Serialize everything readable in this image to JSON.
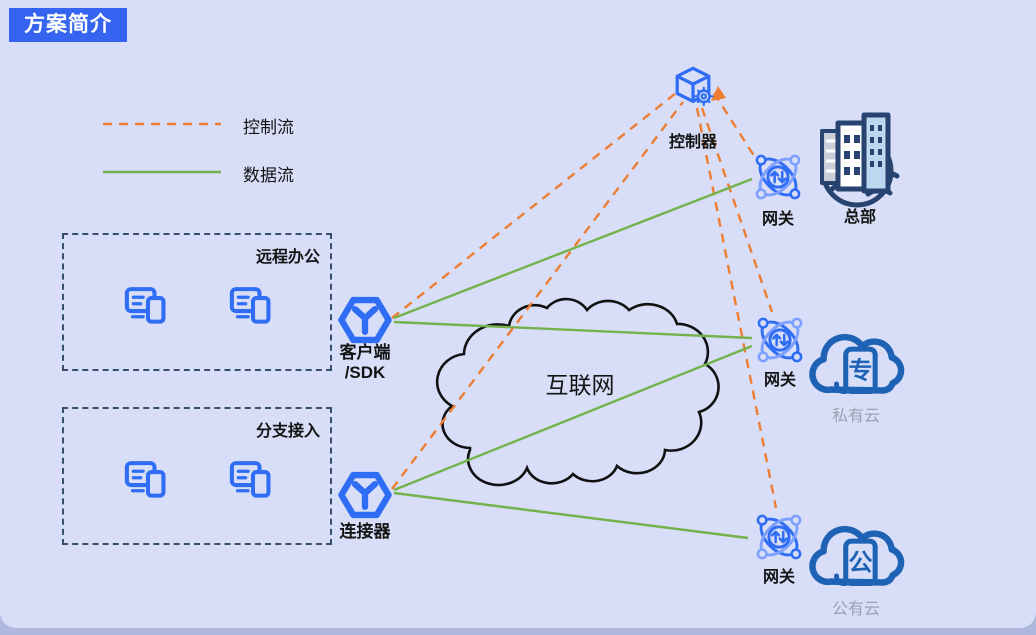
{
  "title": "方案简介",
  "legend": {
    "control_label": "控制流",
    "data_label": "数据流"
  },
  "groups": {
    "remote": {
      "label": "远程办公"
    },
    "branch": {
      "label": "分支接入"
    }
  },
  "nodes": {
    "client": {
      "label_line1": "客户端",
      "label_line2": "/SDK"
    },
    "connector": {
      "label": "连接器"
    },
    "controller": {
      "label": "控制器"
    },
    "internet": {
      "label": "互联网"
    },
    "gateway_hq": {
      "label": "网关"
    },
    "hq": {
      "label": "总部"
    },
    "gateway_private": {
      "label": "网关"
    },
    "private_cloud": {
      "label": "私有云",
      "glyph": "专"
    },
    "gateway_public": {
      "label": "网关"
    },
    "public_cloud": {
      "label": "公有云",
      "glyph": "公"
    }
  },
  "edges": [
    {
      "from": "客户端/SDK",
      "to": "控制器",
      "type": "control"
    },
    {
      "from": "连接器",
      "to": "控制器",
      "type": "control"
    },
    {
      "from": "控制器",
      "to": "网关(总部)",
      "type": "control"
    },
    {
      "from": "控制器",
      "to": "网关(私有云)",
      "type": "control"
    },
    {
      "from": "控制器",
      "to": "网关(公有云)",
      "type": "control"
    },
    {
      "from": "客户端/SDK",
      "to": "网关(总部)",
      "type": "data"
    },
    {
      "from": "客户端/SDK",
      "to": "网关(私有云)",
      "type": "data"
    },
    {
      "from": "连接器",
      "to": "网关(私有云)",
      "type": "data"
    },
    {
      "from": "连接器",
      "to": "网关(公有云)",
      "type": "data"
    }
  ],
  "colors": {
    "accent_blue": "#2F6DF5",
    "accent_blue_light": "#7DA0FF",
    "control_orange": "#ED7D31",
    "data_green": "#74B24C",
    "panel_bg": "#D8DEF8",
    "outer_bg": "#AFB8DC",
    "badge_bg": "#3565F0",
    "deep_blue": "#1D62B4",
    "navy": "#27436F",
    "gray_label": "#9AA2AF",
    "box_border": "#35506B"
  }
}
